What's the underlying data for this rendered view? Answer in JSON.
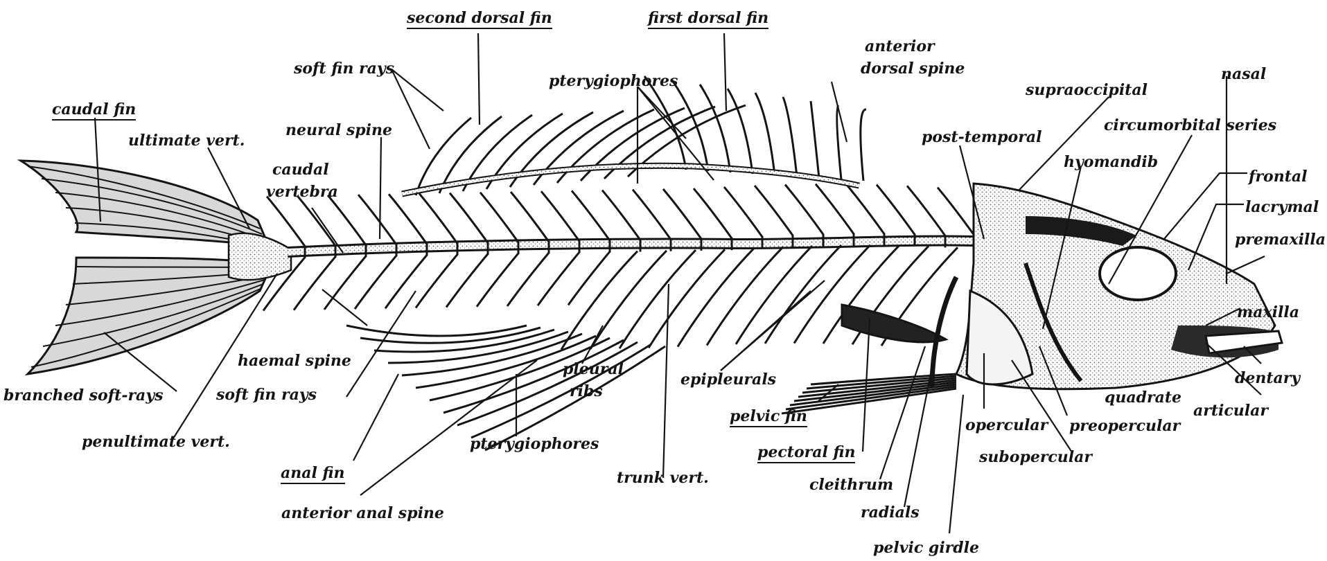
{
  "labels": {
    "second_dorsal_fin": "second dorsal fin",
    "first_dorsal_fin": "first dorsal fin",
    "anterior_dorsal_spine_1": "anterior",
    "anterior_dorsal_spine_2": "dorsal spine",
    "nasal": "nasal",
    "soft_fin_rays_top": "soft fin rays",
    "pterygiophores_top": "pterygiophores",
    "supraoccipital": "supraoccipital",
    "circumorbital_series": "circumorbital series",
    "caudal_fin": "caudal fin",
    "ultimate_vert": "ultimate vert.",
    "neural_spine": "neural spine",
    "post_temporal": "post-temporal",
    "hyomandib": "hyomandib",
    "frontal": "frontal",
    "caudal_vertebra_1": "caudal",
    "caudal_vertebra_2": "vertebra",
    "lacrymal": "lacrymal",
    "premaxilla": "premaxilla",
    "maxilla": "maxilla",
    "haemal_spine": "haemal spine",
    "pleural_ribs_1": "pleural",
    "pleural_ribs_2": "ribs",
    "epipleurals": "epipleurals",
    "dentary": "dentary",
    "branched_soft_rays": "branched soft-rays",
    "soft_fin_rays_bottom": "soft fin rays",
    "quadrate": "quadrate",
    "articular": "articular",
    "pelvic_fin": "pelvic fin",
    "opercular": "opercular",
    "preopercular": "preopercular",
    "penultimate_vert": "penultimate vert.",
    "pterygiophores_bottom": "pterygiophores",
    "pectoral_fin": "pectoral fin",
    "subopercular": "subopercular",
    "anal_fin": "anal fin",
    "trunk_vert": "trunk vert.",
    "cleithrum": "cleithrum",
    "radials": "radials",
    "anterior_anal_spine": "anterior anal spine",
    "pelvic_girdle": "pelvic girdle"
  },
  "colors": {
    "ink": "#141414",
    "paper": "#ffffff",
    "stipple": "#8a8a8a"
  }
}
